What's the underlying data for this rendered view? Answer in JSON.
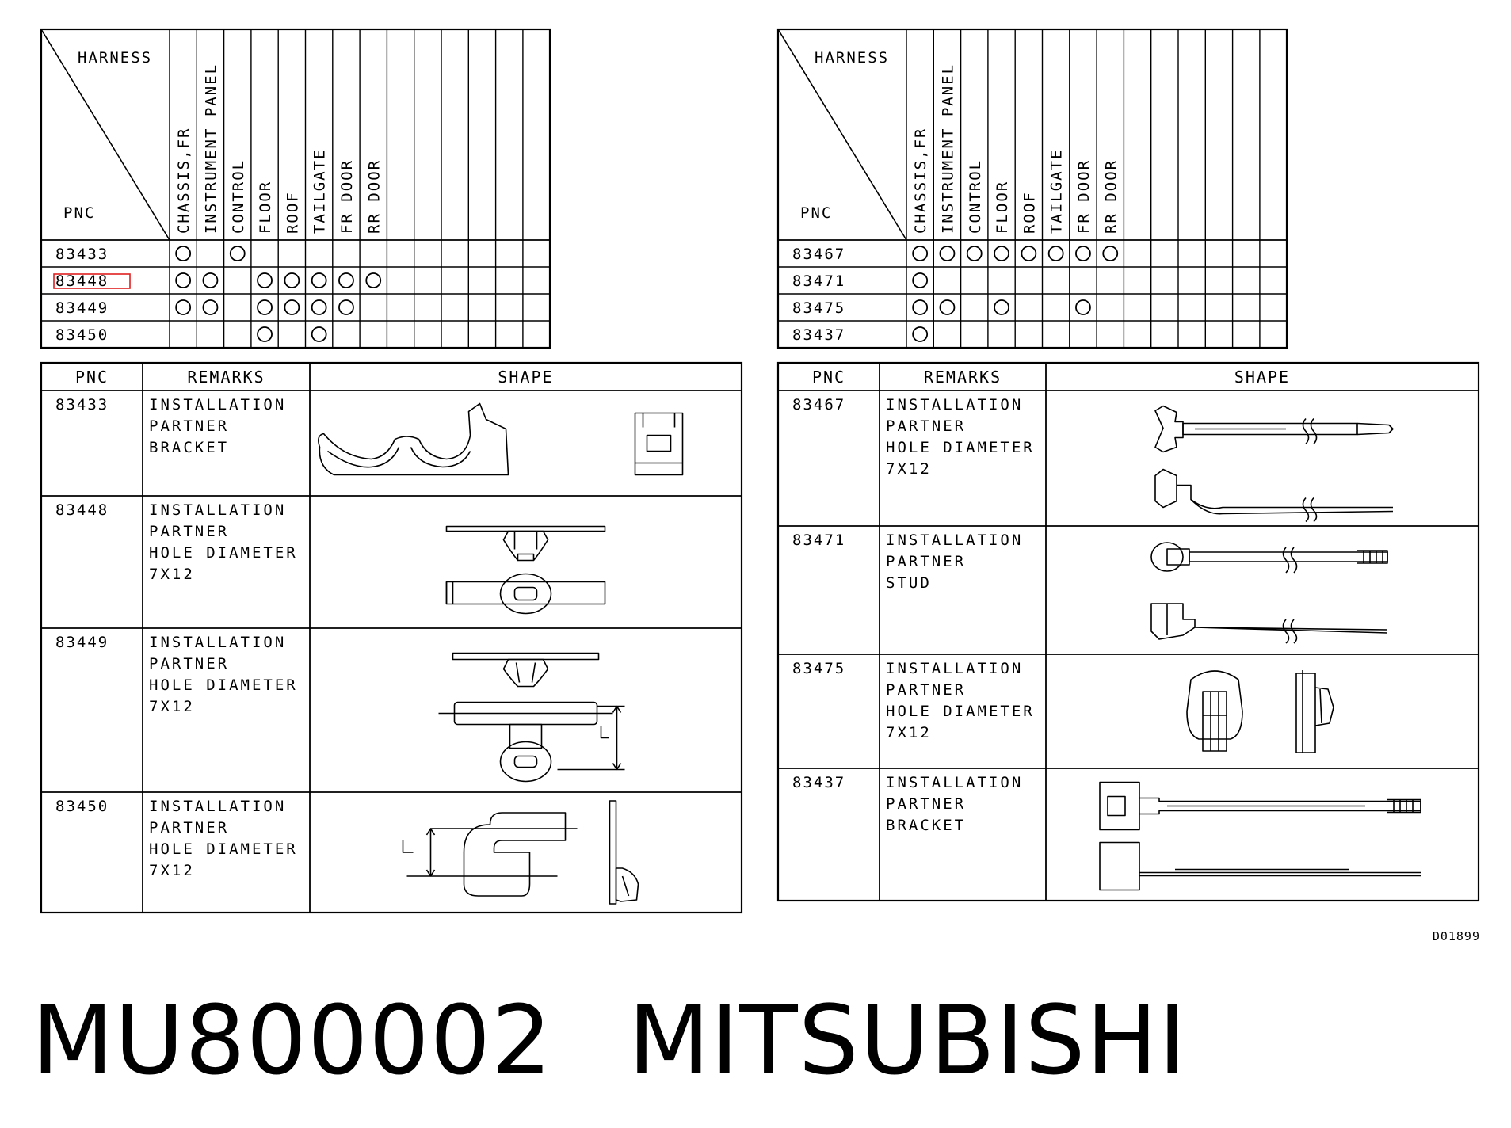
{
  "harness_tables": [
    {
      "corner_top": "HARNESS",
      "corner_bottom": "PNC",
      "columns": [
        "CHASSIS,FR",
        "INSTRUMENT PANEL",
        "CONTROL",
        "FLOOR",
        "ROOF",
        "TAILGATE",
        "FR DOOR",
        "RR DOOR",
        "",
        "",
        "",
        "",
        "",
        ""
      ],
      "rows": [
        {
          "pnc": "83433",
          "marks": [
            1,
            0,
            1,
            0,
            0,
            0,
            0,
            0,
            0,
            0,
            0,
            0,
            0,
            0
          ],
          "highlight": false
        },
        {
          "pnc": "83448",
          "marks": [
            1,
            1,
            0,
            1,
            1,
            1,
            1,
            1,
            0,
            0,
            0,
            0,
            0,
            0
          ],
          "highlight": true
        },
        {
          "pnc": "83449",
          "marks": [
            1,
            1,
            0,
            1,
            1,
            1,
            1,
            0,
            0,
            0,
            0,
            0,
            0,
            0
          ],
          "highlight": false
        },
        {
          "pnc": "83450",
          "marks": [
            0,
            0,
            0,
            1,
            0,
            1,
            0,
            0,
            0,
            0,
            0,
            0,
            0,
            0
          ],
          "highlight": false
        }
      ]
    },
    {
      "corner_top": "HARNESS",
      "corner_bottom": "PNC",
      "columns": [
        "CHASSIS,FR",
        "INSTRUMENT PANEL",
        "CONTROL",
        "FLOOR",
        "ROOF",
        "TAILGATE",
        "FR DOOR",
        "RR DOOR",
        "",
        "",
        "",
        "",
        "",
        ""
      ],
      "rows": [
        {
          "pnc": "83467",
          "marks": [
            1,
            1,
            1,
            1,
            1,
            1,
            1,
            1,
            0,
            0,
            0,
            0,
            0,
            0
          ],
          "highlight": false
        },
        {
          "pnc": "83471",
          "marks": [
            1,
            0,
            0,
            0,
            0,
            0,
            0,
            0,
            0,
            0,
            0,
            0,
            0,
            0
          ],
          "highlight": false
        },
        {
          "pnc": "83475",
          "marks": [
            1,
            1,
            0,
            1,
            0,
            0,
            1,
            0,
            0,
            0,
            0,
            0,
            0,
            0
          ],
          "highlight": false
        },
        {
          "pnc": "83437",
          "marks": [
            1,
            0,
            0,
            0,
            0,
            0,
            0,
            0,
            0,
            0,
            0,
            0,
            0,
            0
          ],
          "highlight": false
        }
      ]
    }
  ],
  "parts_tables": [
    {
      "headers": {
        "pnc": "PNC",
        "remarks": "REMARKS",
        "shape": "SHAPE"
      },
      "rows": [
        {
          "pnc": "83433",
          "remarks": [
            "INSTALLATION",
            "PARTNER",
            "BRACKET"
          ],
          "shape": "bracket-clip"
        },
        {
          "pnc": "83448",
          "remarks": [
            "INSTALLATION",
            "PARTNER",
            "HOLE DIAMETER",
            "7X12"
          ],
          "shape": "clip-plate"
        },
        {
          "pnc": "83449",
          "remarks": [
            "INSTALLATION",
            "PARTNER",
            "HOLE DIAMETER",
            "7X12"
          ],
          "shape": "clip-tee"
        },
        {
          "pnc": "83450",
          "remarks": [
            "INSTALLATION",
            "PARTNER",
            "HOLE DIAMETER",
            "7X12"
          ],
          "shape": "clip-elbow"
        }
      ]
    },
    {
      "headers": {
        "pnc": "PNC",
        "remarks": "REMARKS",
        "shape": "SHAPE"
      },
      "rows": [
        {
          "pnc": "83467",
          "remarks": [
            "INSTALLATION",
            "PARTNER",
            "HOLE DIAMETER",
            "7X12"
          ],
          "shape": "band-clip"
        },
        {
          "pnc": "83471",
          "remarks": [
            "INSTALLATION",
            "PARTNER",
            "STUD"
          ],
          "shape": "stud-band"
        },
        {
          "pnc": "83475",
          "remarks": [
            "INSTALLATION",
            "PARTNER",
            "HOLE DIAMETER",
            "7X12"
          ],
          "shape": "hole-clip"
        },
        {
          "pnc": "83437",
          "remarks": [
            "INSTALLATION",
            "PARTNER",
            "BRACKET"
          ],
          "shape": "bracket-band"
        }
      ]
    }
  ],
  "figure_code": "D01899",
  "footer": {
    "part_number": "MU800002",
    "brand": "MITSUBISHI"
  },
  "colors": {
    "line": "#000000",
    "highlight": "#e02020"
  }
}
